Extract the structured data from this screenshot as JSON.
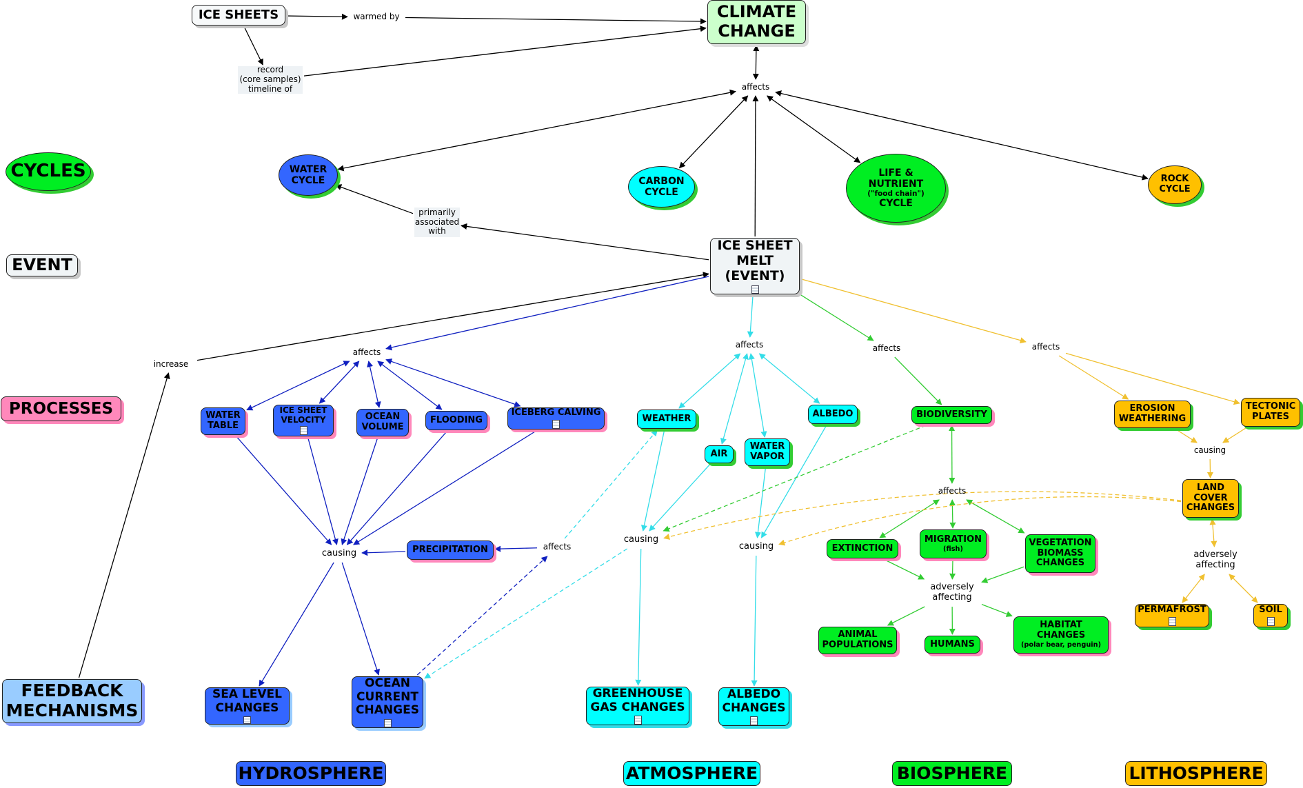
{
  "colors": {
    "black": "#000000",
    "hydro": "#3366ff",
    "hydro_edge": "#1020c0",
    "atmo": "#00ffff",
    "atmo_edge": "#33dde8",
    "bio": "#00ee22",
    "bio_edge": "#33cc33",
    "litho": "#ffc000",
    "litho_edge": "#f0c030",
    "climate": "#ccffcc",
    "event": "#f0f4f6",
    "processes": "#ff88bb",
    "feedback": "#99ccff"
  },
  "nodes": [
    {
      "id": "ice_sheets",
      "text": "ICE SHEETS",
      "kind": "rect",
      "fill": "#f7f9fa"
    },
    {
      "id": "warmed_by",
      "text": "warmed by",
      "kind": "label"
    },
    {
      "id": "climate_change",
      "text": "CLIMATE\nCHANGE",
      "kind": "rect",
      "fill": "#ccffcc"
    },
    {
      "id": "record",
      "text": "record\n(core samples)\ntimeline of",
      "kind": "label",
      "fill": "#eef2f5"
    },
    {
      "id": "affects_top",
      "text": "affects",
      "kind": "label"
    },
    {
      "id": "cycles",
      "text": "CYCLES",
      "kind": "ellipse",
      "fill": "#00ee22"
    },
    {
      "id": "water_cycle",
      "text": "WATER\nCYCLE",
      "kind": "ellipse",
      "fill": "#3366ff"
    },
    {
      "id": "carbon_cycle",
      "text": "CARBON\nCYCLE",
      "kind": "ellipse",
      "fill": "#00ffff"
    },
    {
      "id": "life_cycle",
      "text": "LIFE &\nNUTRIENT",
      "sub": "(\"food chain\")",
      "text2": "CYCLE",
      "kind": "ellipse",
      "fill": "#00ee22"
    },
    {
      "id": "rock_cycle",
      "text": "ROCK\nCYCLE",
      "kind": "ellipse",
      "fill": "#ffc000"
    },
    {
      "id": "event",
      "text": "EVENT",
      "kind": "rect",
      "fill": "#f0f4f6"
    },
    {
      "id": "primarily",
      "text": "primarily\nassociated\nwith",
      "kind": "label",
      "fill": "#eef2f5"
    },
    {
      "id": "ice_sheet_melt",
      "text": "ICE SHEET\nMELT\n(EVENT)",
      "kind": "rect",
      "fill": "#f0f4f6",
      "doc": true
    },
    {
      "id": "increase",
      "text": "increase",
      "kind": "label"
    },
    {
      "id": "affects_hydro",
      "text": "affects",
      "kind": "label"
    },
    {
      "id": "affects_atmo",
      "text": "affects",
      "kind": "label"
    },
    {
      "id": "affects_bio",
      "text": "affects",
      "kind": "label"
    },
    {
      "id": "affects_litho",
      "text": "affects",
      "kind": "label"
    },
    {
      "id": "processes",
      "text": "PROCESSES",
      "kind": "rect",
      "fill": "#ff88bb"
    },
    {
      "id": "water_table",
      "text": "WATER\nTABLE",
      "kind": "rect",
      "fill": "#3366ff"
    },
    {
      "id": "ice_velocity",
      "text": "ICE SHEET\nVELOCITY",
      "kind": "rect",
      "fill": "#3366ff",
      "doc": true
    },
    {
      "id": "ocean_volume",
      "text": "OCEAN\nVOLUME",
      "kind": "rect",
      "fill": "#3366ff"
    },
    {
      "id": "flooding",
      "text": "FLOODING",
      "kind": "rect",
      "fill": "#3366ff"
    },
    {
      "id": "iceberg",
      "text": "ICEBERG CALVING",
      "kind": "rect",
      "fill": "#3366ff",
      "doc": true
    },
    {
      "id": "weather",
      "text": "WEATHER",
      "kind": "rect",
      "fill": "#00ffff"
    },
    {
      "id": "air",
      "text": "AIR",
      "kind": "rect",
      "fill": "#00ffff"
    },
    {
      "id": "water_vapor",
      "text": "WATER\nVAPOR",
      "kind": "rect",
      "fill": "#00ffff"
    },
    {
      "id": "albedo",
      "text": "ALBEDO",
      "kind": "rect",
      "fill": "#00ffff"
    },
    {
      "id": "biodiversity",
      "text": "BIODIVERSITY",
      "kind": "rect",
      "fill": "#00ee22"
    },
    {
      "id": "erosion",
      "text": "EROSION\nWEATHERING",
      "kind": "rect",
      "fill": "#ffc000"
    },
    {
      "id": "tectonic",
      "text": "TECTONIC\nPLATES",
      "kind": "rect",
      "fill": "#ffc000"
    },
    {
      "id": "causing_litho",
      "text": "causing",
      "kind": "label"
    },
    {
      "id": "land_cover",
      "text": "LAND\nCOVER\nCHANGES",
      "kind": "rect",
      "fill": "#ffc000"
    },
    {
      "id": "affects_bio2",
      "text": "affects",
      "kind": "label"
    },
    {
      "id": "causing_hydro",
      "text": "causing",
      "kind": "label"
    },
    {
      "id": "precipitation",
      "text": "PRECIPITATION",
      "kind": "rect",
      "fill": "#3366ff"
    },
    {
      "id": "affects_precip",
      "text": "affects",
      "kind": "label"
    },
    {
      "id": "causing_atmo1",
      "text": "causing",
      "kind": "label"
    },
    {
      "id": "causing_atmo2",
      "text": "causing",
      "kind": "label"
    },
    {
      "id": "extinction",
      "text": "EXTINCTION",
      "kind": "rect",
      "fill": "#00ee22"
    },
    {
      "id": "migration",
      "text": "MIGRATION",
      "sub": "(fish)",
      "kind": "rect",
      "fill": "#00ee22"
    },
    {
      "id": "vegetation",
      "text": "VEGETATION\nBIOMASS\nCHANGES",
      "kind": "rect",
      "fill": "#00ee22"
    },
    {
      "id": "adversely_bio",
      "text": "adversely\naffecting",
      "kind": "label"
    },
    {
      "id": "adversely_litho",
      "text": "adversely\naffecting",
      "kind": "label"
    },
    {
      "id": "permafrost",
      "text": "PERMAFROST",
      "kind": "rect",
      "fill": "#ffc000",
      "doc": true
    },
    {
      "id": "soil",
      "text": "SOIL",
      "kind": "rect",
      "fill": "#ffc000",
      "doc": true
    },
    {
      "id": "animal_pop",
      "text": "ANIMAL\nPOPULATIONS",
      "kind": "rect",
      "fill": "#00ee22"
    },
    {
      "id": "humans",
      "text": "HUMANS",
      "kind": "rect",
      "fill": "#00ee22"
    },
    {
      "id": "habitat",
      "text": "HABITAT\nCHANGES",
      "sub": "(polar bear, penguin)",
      "kind": "rect",
      "fill": "#00ee22"
    },
    {
      "id": "feedback",
      "text": "FEEDBACK\nMECHANISMS",
      "kind": "rect",
      "fill": "#99ccff"
    },
    {
      "id": "sea_level",
      "text": "SEA LEVEL\nCHANGES",
      "kind": "rect",
      "fill": "#3366ff",
      "doc": true
    },
    {
      "id": "ocean_current",
      "text": "OCEAN\nCURRENT\nCHANGES",
      "kind": "rect",
      "fill": "#3366ff",
      "doc": true
    },
    {
      "id": "greenhouse",
      "text": "GREENHOUSE\nGAS CHANGES",
      "kind": "rect",
      "fill": "#00ffff",
      "doc": true
    },
    {
      "id": "albedo_changes",
      "text": "ALBEDO\nCHANGES",
      "kind": "rect",
      "fill": "#00ffff",
      "doc": true
    },
    {
      "id": "hydrosphere",
      "text": "HYDROSPHERE",
      "kind": "rect",
      "fill": "#3366ff"
    },
    {
      "id": "atmosphere",
      "text": "ATMOSPHERE",
      "kind": "rect",
      "fill": "#00ffff"
    },
    {
      "id": "biosphere",
      "text": "BIOSPHERE",
      "kind": "rect",
      "fill": "#00ee22"
    },
    {
      "id": "lithosphere",
      "text": "LITHOSPHERE",
      "kind": "rect",
      "fill": "#ffc000"
    }
  ],
  "edges": [
    {
      "from": "ice_sheets",
      "to": "warmed_by",
      "color": "black",
      "arrow": "end"
    },
    {
      "from": "warmed_by",
      "to": "climate_change",
      "color": "black",
      "arrow": "end"
    },
    {
      "from": "ice_sheets",
      "to": "record",
      "color": "black",
      "arrow": "end"
    },
    {
      "from": "record",
      "to": "climate_change",
      "color": "black",
      "arrow": "end"
    },
    {
      "from": "climate_change",
      "to": "affects_top",
      "color": "black",
      "arrow": "both"
    },
    {
      "from": "affects_top",
      "to": "water_cycle",
      "color": "black",
      "arrow": "both"
    },
    {
      "from": "affects_top",
      "to": "carbon_cycle",
      "color": "black",
      "arrow": "both"
    },
    {
      "from": "affects_top",
      "to": "life_cycle",
      "color": "black",
      "arrow": "both"
    },
    {
      "from": "affects_top",
      "to": "rock_cycle",
      "color": "black",
      "arrow": "both"
    },
    {
      "from": "ice_sheet_melt",
      "to": "affects_top",
      "color": "black",
      "arrow": "end"
    },
    {
      "from": "ice_sheet_melt",
      "to": "primarily",
      "color": "black",
      "arrow": "end"
    },
    {
      "from": "primarily",
      "to": "water_cycle",
      "color": "black",
      "arrow": "end"
    },
    {
      "from": "increase",
      "to": "ice_sheet_melt",
      "color": "black",
      "arrow": "end"
    },
    {
      "from": "feedback",
      "to": "increase",
      "color": "black",
      "arrow": "end"
    },
    {
      "from": "ice_sheet_melt",
      "to": "affects_hydro",
      "color": "hydro_edge",
      "arrow": "end"
    },
    {
      "from": "affects_hydro",
      "to": "water_table",
      "color": "hydro_edge",
      "arrow": "both"
    },
    {
      "from": "affects_hydro",
      "to": "ice_velocity",
      "color": "hydro_edge",
      "arrow": "both"
    },
    {
      "from": "affects_hydro",
      "to": "ocean_volume",
      "color": "hydro_edge",
      "arrow": "both"
    },
    {
      "from": "affects_hydro",
      "to": "flooding",
      "color": "hydro_edge",
      "arrow": "both"
    },
    {
      "from": "affects_hydro",
      "to": "iceberg",
      "color": "hydro_edge",
      "arrow": "both"
    },
    {
      "from": "water_table",
      "to": "causing_hydro",
      "color": "hydro_edge",
      "arrow": "end"
    },
    {
      "from": "ice_velocity",
      "to": "causing_hydro",
      "color": "hydro_edge",
      "arrow": "end"
    },
    {
      "from": "ocean_volume",
      "to": "causing_hydro",
      "color": "hydro_edge",
      "arrow": "end"
    },
    {
      "from": "flooding",
      "to": "causing_hydro",
      "color": "hydro_edge",
      "arrow": "end"
    },
    {
      "from": "iceberg",
      "to": "causing_hydro",
      "color": "hydro_edge",
      "arrow": "end"
    },
    {
      "from": "precipitation",
      "to": "causing_hydro",
      "color": "hydro_edge",
      "arrow": "end"
    },
    {
      "from": "affects_precip",
      "to": "precipitation",
      "color": "hydro_edge",
      "arrow": "end"
    },
    {
      "from": "causing_hydro",
      "to": "sea_level",
      "color": "hydro_edge",
      "arrow": "end"
    },
    {
      "from": "causing_hydro",
      "to": "ocean_current",
      "color": "hydro_edge",
      "arrow": "end"
    },
    {
      "from": "ocean_current",
      "to": "affects_precip",
      "color": "hydro_edge",
      "arrow": "end",
      "dashed": true
    },
    {
      "from": "affects_precip",
      "to": "weather",
      "color": "atmo_edge",
      "arrow": "end",
      "dashed": true
    },
    {
      "from": "causing_atmo1",
      "to": "ocean_current",
      "color": "atmo_edge",
      "arrow": "end",
      "dashed": true
    },
    {
      "from": "ice_sheet_melt",
      "to": "affects_atmo",
      "color": "atmo_edge",
      "arrow": "end"
    },
    {
      "from": "affects_atmo",
      "to": "weather",
      "color": "atmo_edge",
      "arrow": "both"
    },
    {
      "from": "affects_atmo",
      "to": "air",
      "color": "atmo_edge",
      "arrow": "both"
    },
    {
      "from": "affects_atmo",
      "to": "water_vapor",
      "color": "atmo_edge",
      "arrow": "both"
    },
    {
      "from": "affects_atmo",
      "to": "albedo",
      "color": "atmo_edge",
      "arrow": "both"
    },
    {
      "from": "weather",
      "to": "causing_atmo1",
      "color": "atmo_edge",
      "arrow": "end"
    },
    {
      "from": "air",
      "to": "causing_atmo1",
      "color": "atmo_edge",
      "arrow": "end"
    },
    {
      "from": "water_vapor",
      "to": "causing_atmo2",
      "color": "atmo_edge",
      "arrow": "end"
    },
    {
      "from": "albedo",
      "to": "causing_atmo2",
      "color": "atmo_edge",
      "arrow": "end"
    },
    {
      "from": "causing_atmo1",
      "to": "greenhouse",
      "color": "atmo_edge",
      "arrow": "end"
    },
    {
      "from": "causing_atmo2",
      "to": "albedo_changes",
      "color": "atmo_edge",
      "arrow": "end"
    },
    {
      "from": "ice_sheet_melt",
      "to": "affects_bio",
      "color": "bio_edge",
      "arrow": "end"
    },
    {
      "from": "affects_bio",
      "to": "biodiversity",
      "color": "bio_edge",
      "arrow": "end"
    },
    {
      "from": "biodiversity",
      "to": "affects_bio2",
      "color": "bio_edge",
      "arrow": "both"
    },
    {
      "from": "biodiversity",
      "to": "causing_atmo1",
      "color": "bio_edge",
      "arrow": "end",
      "dashed": true
    },
    {
      "from": "affects_bio2",
      "to": "extinction",
      "color": "bio_edge",
      "arrow": "both"
    },
    {
      "from": "affects_bio2",
      "to": "migration",
      "color": "bio_edge",
      "arrow": "both"
    },
    {
      "from": "affects_bio2",
      "to": "vegetation",
      "color": "bio_edge",
      "arrow": "both"
    },
    {
      "from": "extinction",
      "to": "adversely_bio",
      "color": "bio_edge",
      "arrow": "end"
    },
    {
      "from": "migration",
      "to": "adversely_bio",
      "color": "bio_edge",
      "arrow": "end"
    },
    {
      "from": "vegetation",
      "to": "adversely_bio",
      "color": "bio_edge",
      "arrow": "end"
    },
    {
      "from": "adversely_bio",
      "to": "animal_pop",
      "color": "bio_edge",
      "arrow": "end"
    },
    {
      "from": "adversely_bio",
      "to": "humans",
      "color": "bio_edge",
      "arrow": "end"
    },
    {
      "from": "adversely_bio",
      "to": "habitat",
      "color": "bio_edge",
      "arrow": "end"
    },
    {
      "from": "ice_sheet_melt",
      "to": "affects_litho",
      "color": "litho_edge",
      "arrow": "end"
    },
    {
      "from": "affects_litho",
      "to": "erosion",
      "color": "litho_edge",
      "arrow": "end"
    },
    {
      "from": "affects_litho",
      "to": "tectonic",
      "color": "litho_edge",
      "arrow": "end"
    },
    {
      "from": "erosion",
      "to": "causing_litho",
      "color": "litho_edge",
      "arrow": "end"
    },
    {
      "from": "tectonic",
      "to": "causing_litho",
      "color": "litho_edge",
      "arrow": "end"
    },
    {
      "from": "causing_litho",
      "to": "land_cover",
      "color": "litho_edge",
      "arrow": "end"
    },
    {
      "from": "land_cover",
      "to": "adversely_litho",
      "color": "litho_edge",
      "arrow": "both"
    },
    {
      "from": "adversely_litho",
      "to": "permafrost",
      "color": "litho_edge",
      "arrow": "both"
    },
    {
      "from": "adversely_litho",
      "to": "soil",
      "color": "litho_edge",
      "arrow": "both"
    },
    {
      "from": "land_cover",
      "to": "causing_atmo1",
      "color": "litho_edge",
      "arrow": "end",
      "dashed": true,
      "curve": -70
    },
    {
      "from": "land_cover",
      "to": "causing_atmo2",
      "color": "litho_edge",
      "arrow": "end",
      "dashed": true,
      "curve": -60
    }
  ]
}
